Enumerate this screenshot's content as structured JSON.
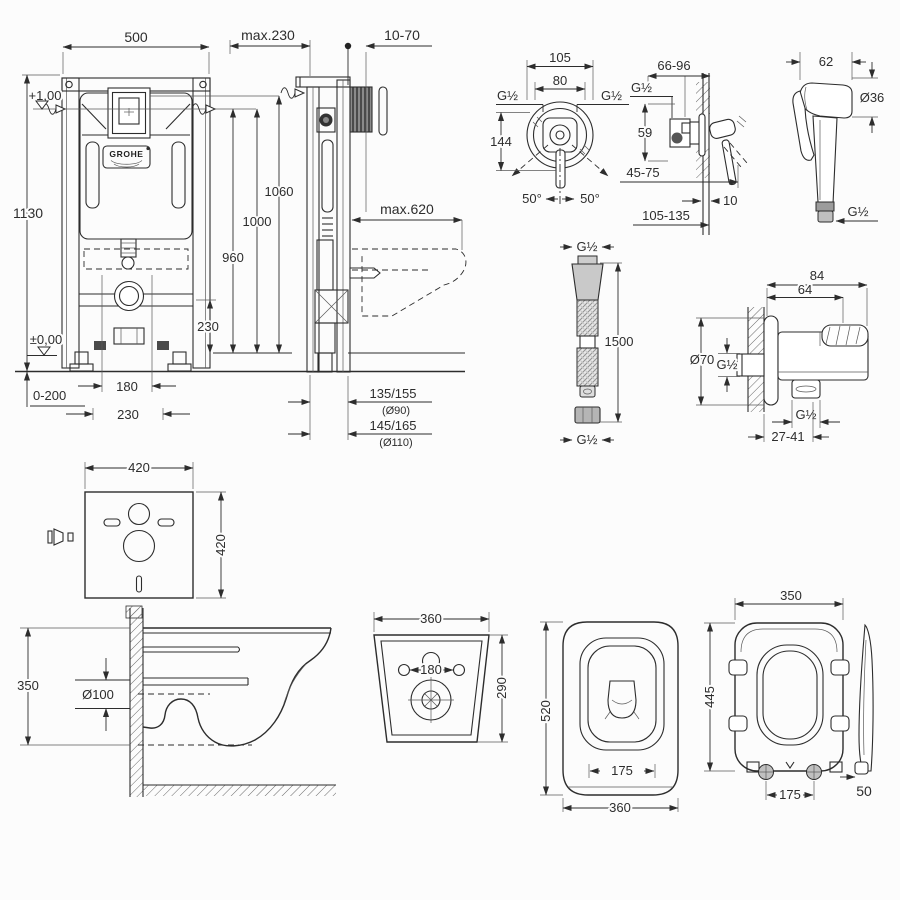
{
  "meta": {
    "background": "#fcfcfc",
    "ink": "#2d2d2d",
    "chrome_light": "#c9c9c9",
    "chrome_dark": "#8a8a8a"
  },
  "labels": {
    "logo": "GROHE",
    "front": {
      "w500": "500",
      "h1130": "1130",
      "lvl_plus": "+1,00",
      "lvl_zero": "±0,00",
      "foot_adj": "0-200",
      "b180": "180",
      "b230": "230",
      "r230": "230",
      "v960": "960",
      "v1000": "1000",
      "v1060": "1060"
    },
    "side": {
      "max230": "max.230",
      "d1070": "10-70",
      "max620": "max.620",
      "o135": "135/155",
      "o90": "(Ø90)",
      "o145": "145/165",
      "o110": "(Ø110)"
    },
    "mixer_front": {
      "w105": "105",
      "w80": "80",
      "g_left": "G½",
      "g_right": "G½",
      "h144": "144",
      "a50l": "50°",
      "a50r": "50°"
    },
    "mixer_side": {
      "r6696": "66-96",
      "g": "G½",
      "h59": "59",
      "r4575": "45-75",
      "w10": "10",
      "r105135": "105-135"
    },
    "shower": {
      "w62": "62",
      "d36": "Ø36",
      "g": "G½"
    },
    "hose": {
      "g_top": "G½",
      "len": "1500",
      "g_bot": "G½"
    },
    "elbow": {
      "w84": "84",
      "w64": "64",
      "d70": "Ø70",
      "g_in": "G½",
      "g_out": "G½",
      "r2741": "27-41"
    },
    "pad": {
      "w420": "420",
      "h420": "420"
    },
    "bowl": {
      "h350": "350",
      "d100": "Ø100"
    },
    "mount": {
      "w360": "360",
      "c180": "180",
      "h290": "290"
    },
    "plan": {
      "h520": "520",
      "c175": "175",
      "w360": "360"
    },
    "seat": {
      "w350": "350",
      "h445": "445",
      "c175": "175",
      "t50": "50"
    }
  }
}
